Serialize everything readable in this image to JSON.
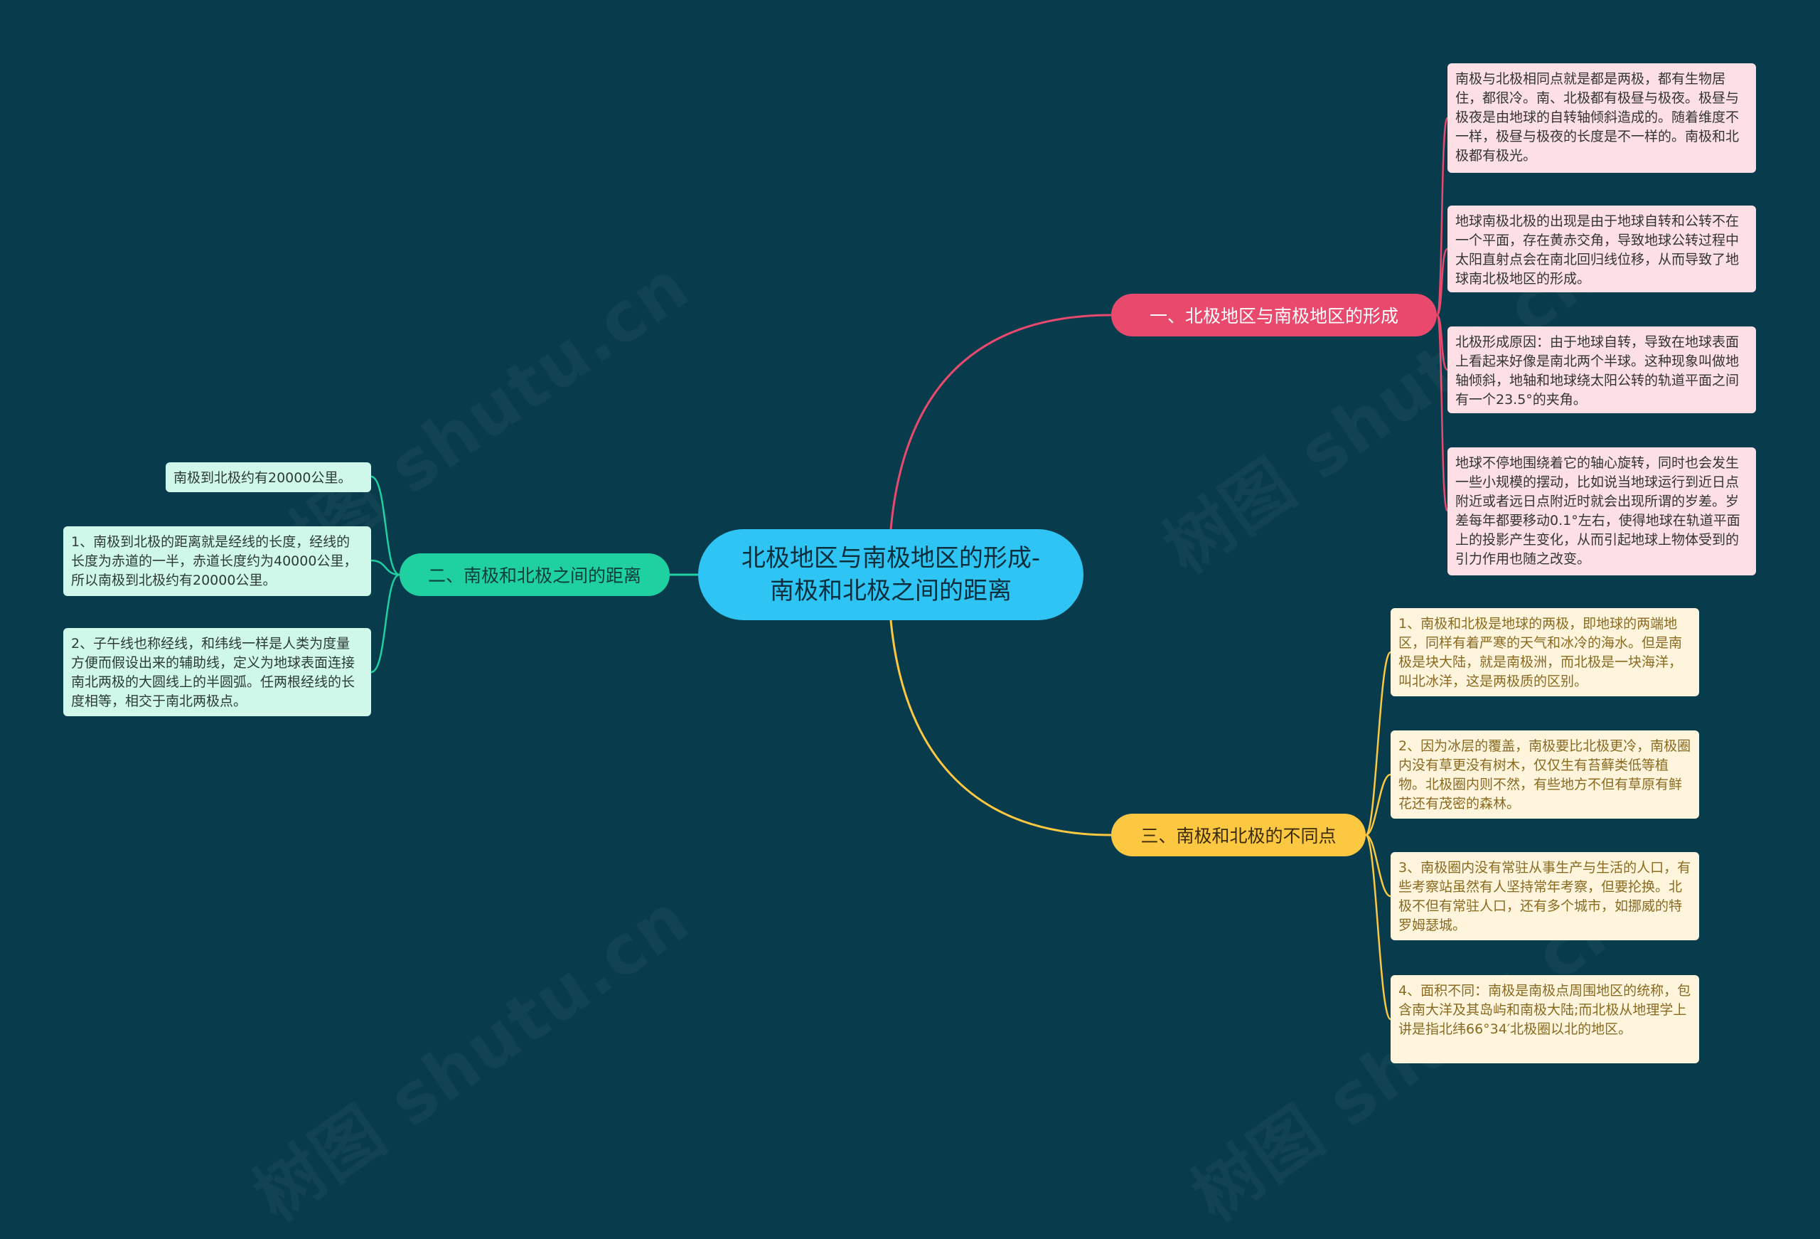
{
  "colors": {
    "background": "#083b4c",
    "root": "#2ec5f4",
    "branch1": "#e8496d",
    "branch2": "#1fd1a1",
    "branch3": "#fcc842",
    "leaf_pink": "#fce0e6",
    "leaf_mint": "#cff7ea",
    "leaf_cream": "#fff5dd"
  },
  "watermark": "树图 shutu.cn",
  "root": {
    "title": "北极地区与南极地区的形成-南极和北极之间的距离"
  },
  "branches": [
    {
      "label": "一、北极地区与南极地区的形成",
      "leaves": [
        "南极与北极相同点就是都是两极，都有生物居住，都很冷。南、北极都有极昼与极夜。极昼与极夜是由地球的自转轴倾斜造成的。随着维度不一样，极昼与极夜的长度是不一样的。南极和北极都有极光。",
        "地球南极北极的出现是由于地球自转和公转不在一个平面，存在黄赤交角，导致地球公转过程中太阳直射点会在南北回归线位移，从而导致了地球南北极地区的形成。",
        "北极形成原因：由于地球自转，导致在地球表面上看起来好像是南北两个半球。这种现象叫做地轴倾斜，地轴和地球绕太阳公转的轨道平面之间有一个23.5°的夹角。",
        "地球不停地围绕着它的轴心旋转，同时也会发生一些小规模的摆动，比如说当地球运行到近日点附近或者远日点附近时就会出现所谓的岁差。岁差每年都要移动0.1°左右，使得地球在轨道平面上的投影产生变化，从而引起地球上物体受到的引力作用也随之改变。"
      ]
    },
    {
      "label": "二、南极和北极之间的距离",
      "leaves": [
        "南极到北极约有20000公里。",
        "1、南极到北极的距离就是经线的长度，经线的长度为赤道的一半，赤道长度约为40000公里，所以南极到北极约有20000公里。",
        "2、子午线也称经线，和纬线一样是人类为度量方便而假设出来的辅助线，定义为地球表面连接南北两极的大圆线上的半圆弧。任两根经线的长度相等，相交于南北两极点。"
      ]
    },
    {
      "label": "三、南极和北极的不同点",
      "leaves": [
        "1、南极和北极是地球的两极，即地球的两端地区，同样有着严寒的天气和冰冷的海水。但是南极是块大陆，就是南极洲，而北极是一块海洋，叫北冰洋，这是两极质的区别。",
        "2、因为冰层的覆盖，南极要比北极更冷，南极圈内没有草更没有树木，仅仅生有苔藓类低等植物。北极圈内则不然，有些地方不但有草原有鲜花还有茂密的森林。",
        "3、南极圈内没有常驻从事生产与生活的人口，有些考察站虽然有人坚持常年考察，但要抡换。北极不但有常驻人口，还有多个城市，如挪威的特罗姆瑟城。",
        "4、面积不同：南极是南极点周围地区的统称，包含南大洋及其岛屿和南极大陆;而北极从地理学上讲是指北纬66°34′北极圈以北的地区。"
      ]
    }
  ]
}
